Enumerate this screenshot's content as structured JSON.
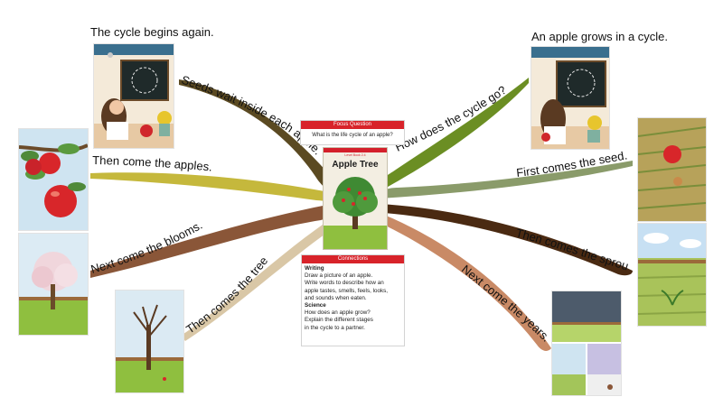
{
  "titles": {
    "left": "The cycle begins again.",
    "right": "An apple grows in a cycle."
  },
  "branches": [
    {
      "label": "Seeds wait inside each apple.",
      "color": "#5b4a22"
    },
    {
      "label": "Then come the apples.",
      "color": "#c5b83c"
    },
    {
      "label": "Next come the blooms.",
      "color": "#8a5638"
    },
    {
      "label": "Then comes the tree.",
      "color": "#d9c7a6"
    },
    {
      "label": "How does the cycle go?",
      "color": "#6b8e23"
    },
    {
      "label": "First comes the seed.",
      "color": "#8a9b6a"
    },
    {
      "label": "Then comes the sprout.",
      "color": "#4a2a12"
    },
    {
      "label": "Next come the years.",
      "color": "#c98a66"
    }
  ],
  "focus_question": {
    "heading": "Focus Question",
    "text": "What is the life cycle of an apple?"
  },
  "book": {
    "series": "Level Book 2.4",
    "title": "Apple Tree"
  },
  "connections": {
    "heading": "Connections",
    "sections": [
      {
        "title": "Writing",
        "lines": [
          "Draw a picture of an apple.",
          "Write words to describe how an",
          "apple tastes, smells, feels, looks,",
          "and sounds when eaten."
        ]
      },
      {
        "title": "Science",
        "lines": [
          "How does an apple grow?",
          "Explain the different stages",
          "in the cycle to a partner."
        ]
      }
    ]
  },
  "colors": {
    "accent": "#d8232a"
  },
  "illustrations": [
    "girl-chalkboard-left",
    "girl-chalkboard-right",
    "apples-on-branch",
    "apple-seed-in-soil",
    "blooming-tree",
    "sprout-field",
    "bare-tree",
    "years-seasons"
  ]
}
